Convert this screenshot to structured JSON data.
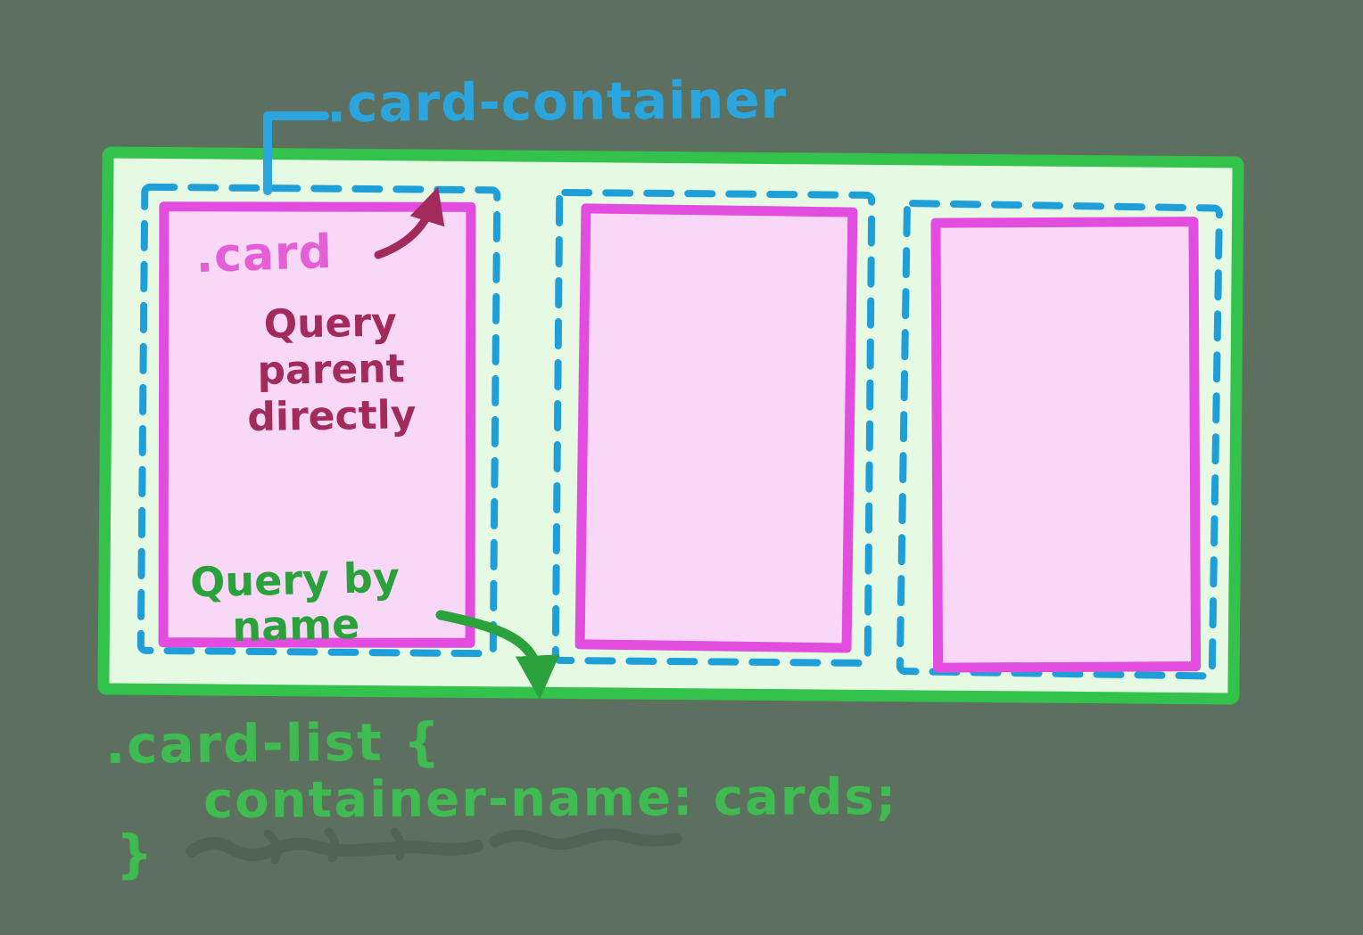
{
  "labels": {
    "container": ".card-container",
    "card": ".card",
    "query_parent": "Query parent directly",
    "query_by_name": "Query by name"
  },
  "code": {
    "line1": ".card-list {",
    "line2": "container-name: cards;",
    "line3": "}"
  },
  "colors": {
    "background": "#5d6f5e",
    "container_border": "#33c24b",
    "container_fill": "#e6f9e3",
    "dashed_border": "#1f9fd8",
    "card_border": "#e24ddf",
    "card_fill": "#f8d8f6",
    "label_blue": "#2aa5dd",
    "label_magenta": "#e45fd6",
    "label_maroon": "#a32b5b",
    "label_green": "#2ba13c",
    "code_green": "#3fbb51"
  }
}
